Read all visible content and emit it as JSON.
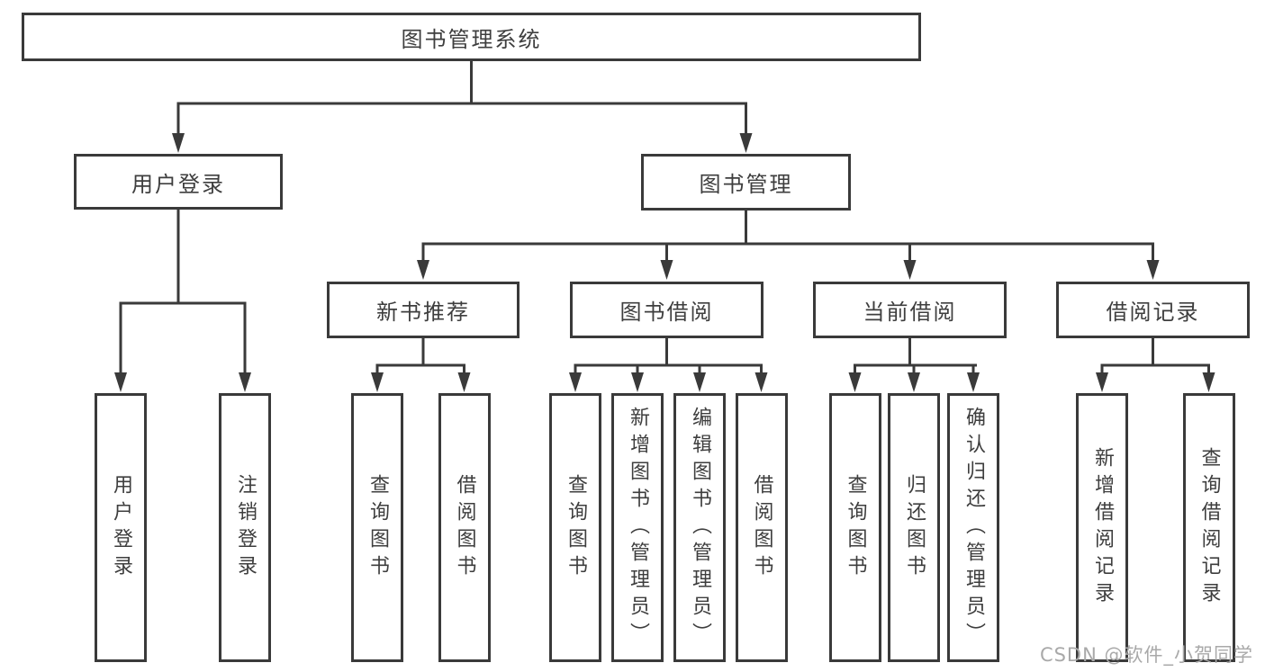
{
  "diagram": {
    "colors": {
      "line": "#3a3a3a",
      "box_border": "#3a3a3a",
      "box_fill": "#ffffff",
      "text": "#3e3e3e",
      "watermark_text_color": "#a9a9a9"
    },
    "tree": {
      "root": {
        "label": "图书管理系统"
      },
      "branches": [
        {
          "label": "用户登录",
          "children": [
            "用户登录",
            "注销登录"
          ]
        },
        {
          "label": "图书管理",
          "groups": [
            {
              "label": "新书推荐",
              "children": [
                "查询图书",
                "借阅图书"
              ]
            },
            {
              "label": "图书借阅",
              "children": [
                "查询图书",
                "新增图书（管理员）",
                "编辑图书（管理员）",
                "借阅图书"
              ]
            },
            {
              "label": "当前借阅",
              "children": [
                "查询图书",
                "归还图书",
                "确认归还（管理员）"
              ]
            },
            {
              "label": "借阅记录",
              "children": [
                "新增借阅记录",
                "查询借阅记录"
              ]
            }
          ]
        }
      ]
    },
    "watermark": "CSDN @软件_小贺同学"
  }
}
